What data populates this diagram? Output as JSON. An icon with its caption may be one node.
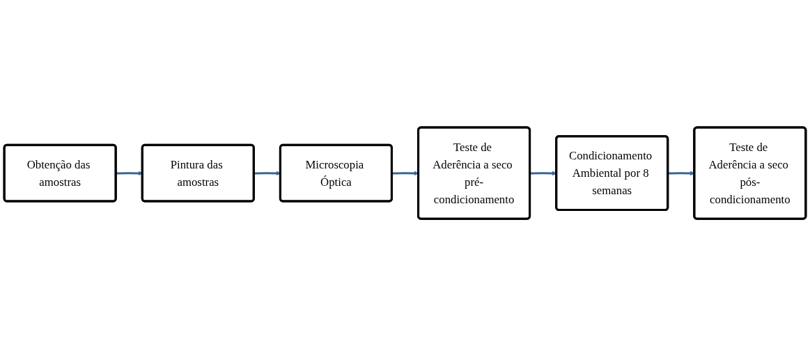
{
  "diagram": {
    "nodes": [
      {
        "text": [
          "Obtenção das amostras"
        ]
      },
      {
        "text": [
          "Pintura das amostras"
        ]
      },
      {
        "text": [
          "Microscopia Óptica"
        ]
      },
      {
        "text": [
          "Teste de Aderência a seco pré-condicionamento"
        ]
      },
      {
        "text": [
          "Condicionamento Ambiental por 8 semanas"
        ]
      },
      {
        "text": [
          "Teste de Aderência a seco pós-condicionamento"
        ]
      }
    ],
    "edges": [
      {
        "from": 0,
        "to": 1,
        "arrow": "to"
      },
      {
        "from": 1,
        "to": 2,
        "arrow": "to"
      },
      {
        "from": 2,
        "to": 3,
        "arrow": "to"
      },
      {
        "from": 3,
        "to": 4,
        "arrow": "to"
      },
      {
        "from": 4,
        "to": 5,
        "arrow": "to"
      }
    ]
  }
}
